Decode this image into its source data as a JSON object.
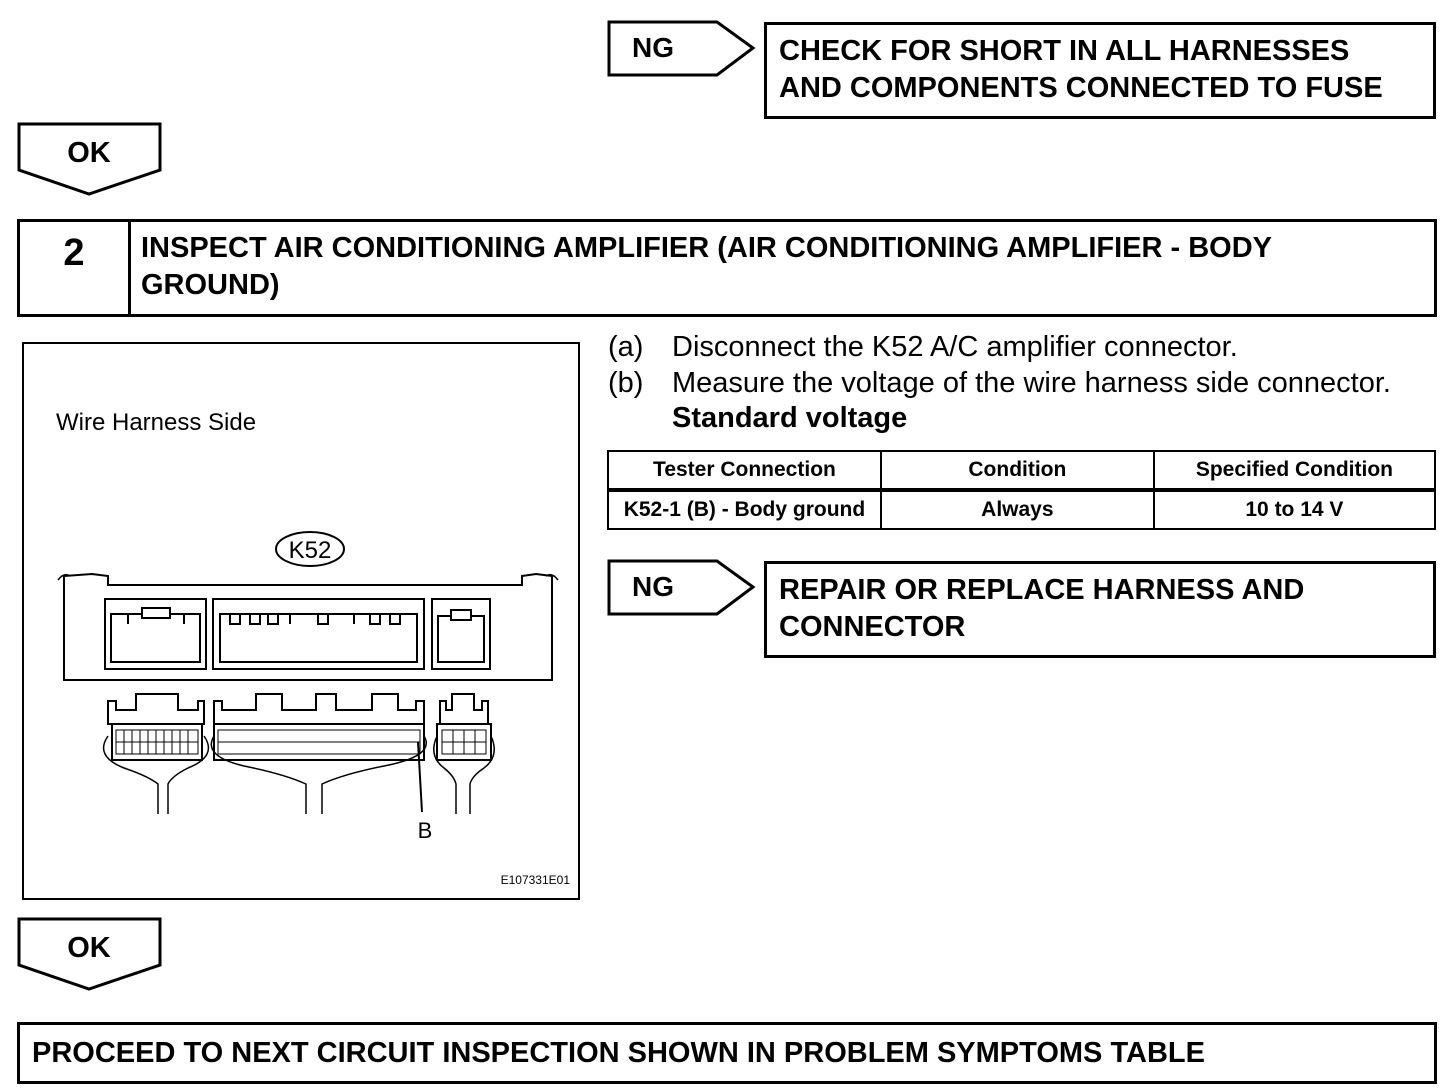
{
  "top_ng": {
    "label": "NG",
    "result_line1": "CHECK FOR SHORT IN ALL HARNESSES",
    "result_line2": "AND COMPONENTS CONNECTED TO FUSE"
  },
  "ok_1": {
    "label": "OK"
  },
  "step": {
    "number": "2",
    "title_line1": "INSPECT AIR CONDITIONING AMPLIFIER (AIR CONDITIONING AMPLIFIER - BODY",
    "title_line2": "GROUND)"
  },
  "diagram": {
    "heading": "Wire Harness Side",
    "connector_label": "K52",
    "terminal_label": "B",
    "figure_code": "E107331E01"
  },
  "instructions": {
    "items": [
      {
        "marker": "(a)",
        "text": "Disconnect the K52 A/C amplifier connector."
      },
      {
        "marker": "(b)",
        "text": "Measure the voltage of the wire harness side connector."
      }
    ],
    "standard_label": "Standard voltage"
  },
  "spec_table": {
    "headers": [
      "Tester Connection",
      "Condition",
      "Specified Condition"
    ],
    "rows": [
      [
        "K52-1 (B) - Body ground",
        "Always",
        "10 to 14 V"
      ]
    ]
  },
  "mid_ng": {
    "label": "NG",
    "result_line1": "REPAIR OR REPLACE HARNESS AND",
    "result_line2": "CONNECTOR"
  },
  "ok_2": {
    "label": "OK"
  },
  "final": {
    "text": "PROCEED TO NEXT CIRCUIT INSPECTION SHOWN IN PROBLEM SYMPTOMS TABLE"
  }
}
